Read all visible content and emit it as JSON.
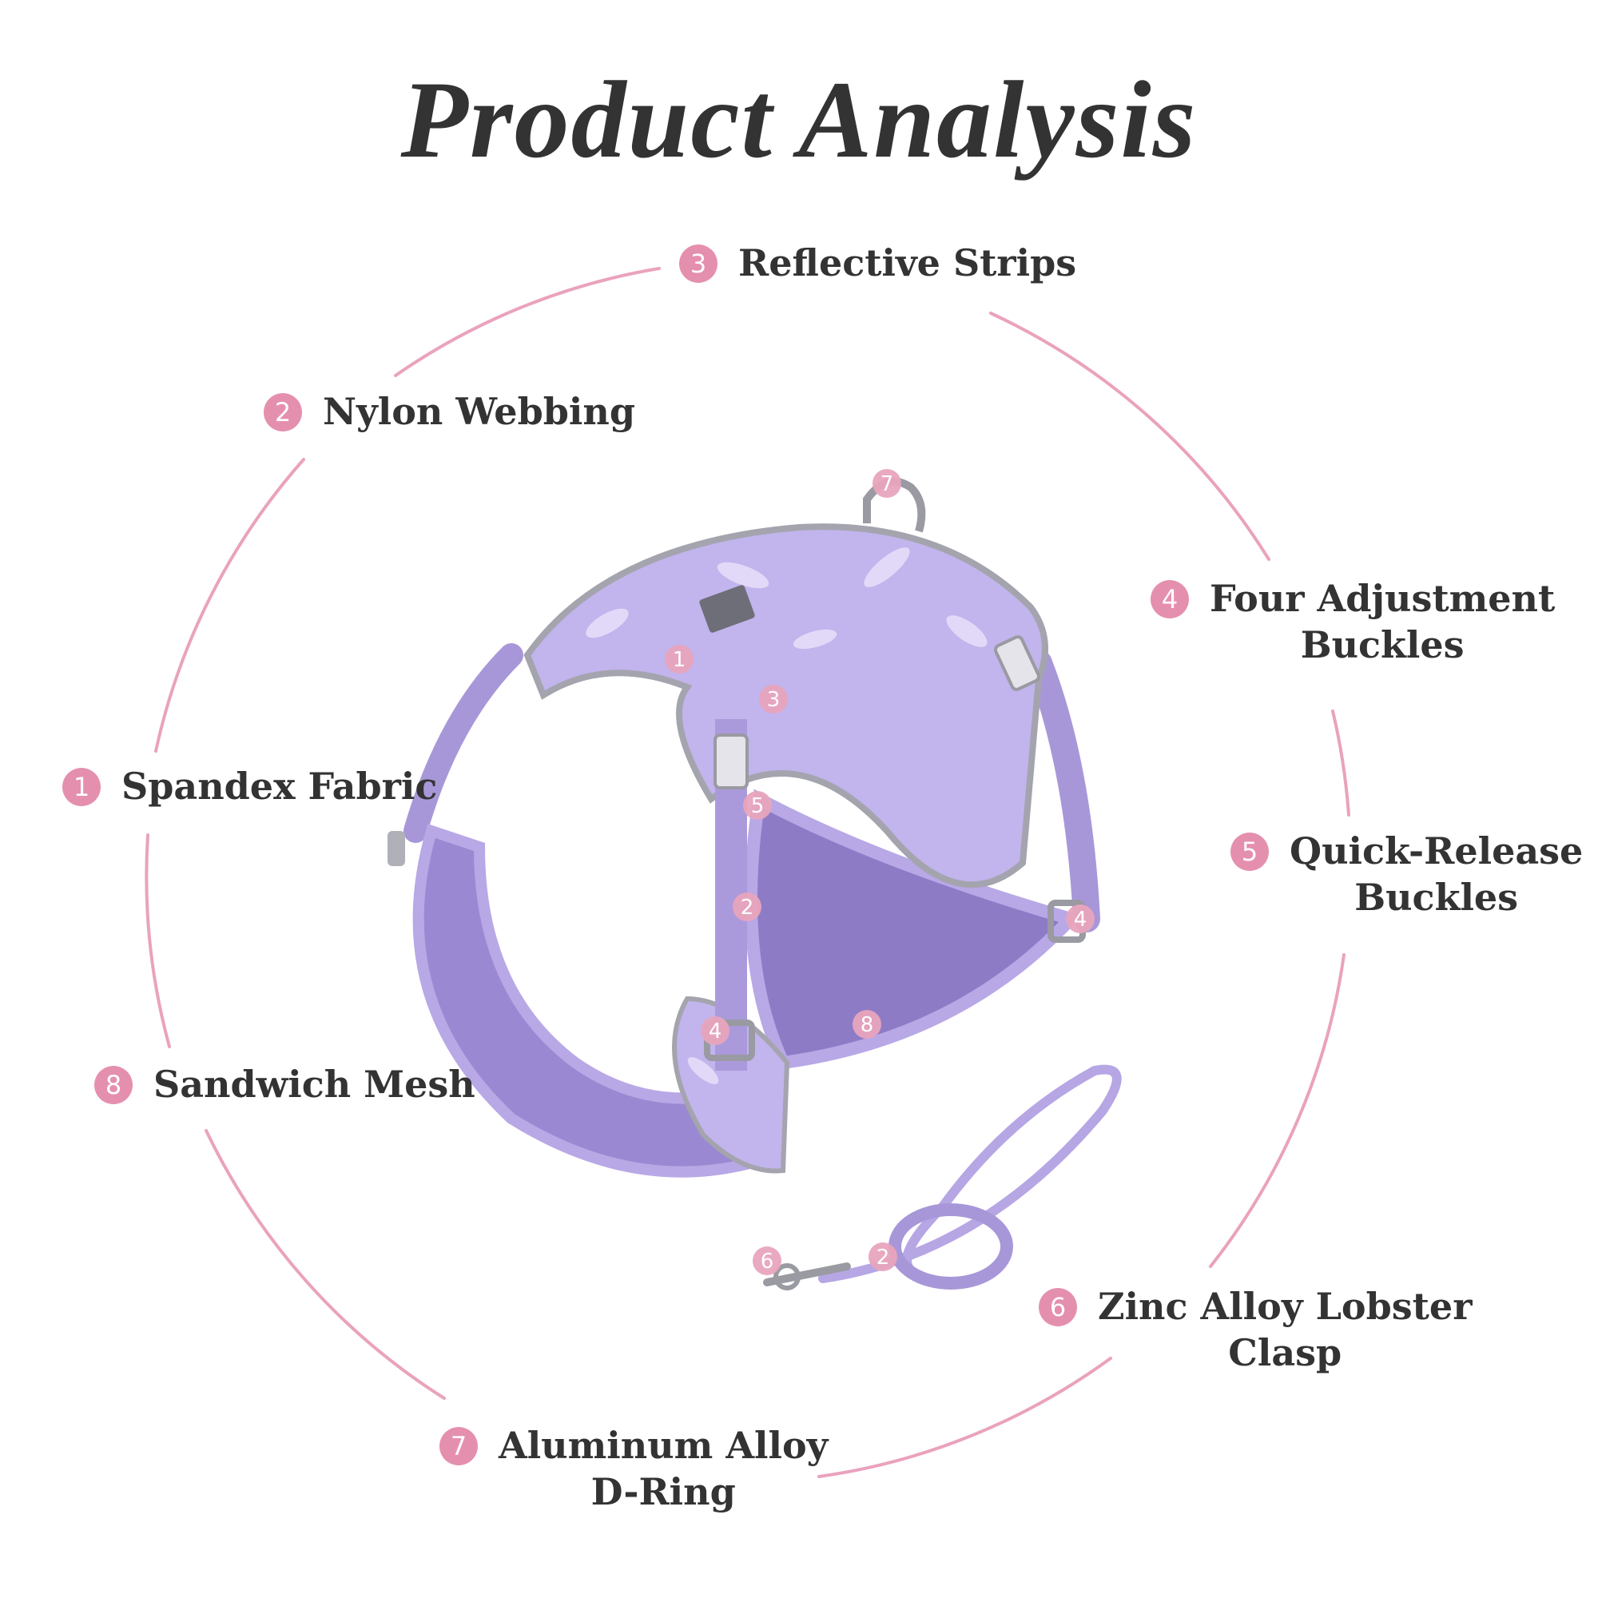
{
  "title": "Product  Analysis",
  "colors": {
    "accent_pink": "#e58fae",
    "text": "#333333",
    "harness_lavender": "#b7a3e0",
    "mesh_purple": "#8d7bc6"
  },
  "features": [
    {
      "num": "3",
      "label": "Reflective Strips"
    },
    {
      "num": "2",
      "label": "Nylon Webbing"
    },
    {
      "num": "4",
      "label": "Four Adjustment\nBuckles"
    },
    {
      "num": "1",
      "label": "Spandex Fabric"
    },
    {
      "num": "5",
      "label": "Quick-Release\nBuckles"
    },
    {
      "num": "8",
      "label": "Sandwich Mesh"
    },
    {
      "num": "6",
      "label": "Zinc Alloy Lobster\nClasp"
    },
    {
      "num": "7",
      "label": "Aluminum Alloy\nD-Ring"
    }
  ],
  "product_markers": [
    "7",
    "1",
    "3",
    "5",
    "2",
    "4",
    "4",
    "8",
    "6",
    "2"
  ]
}
